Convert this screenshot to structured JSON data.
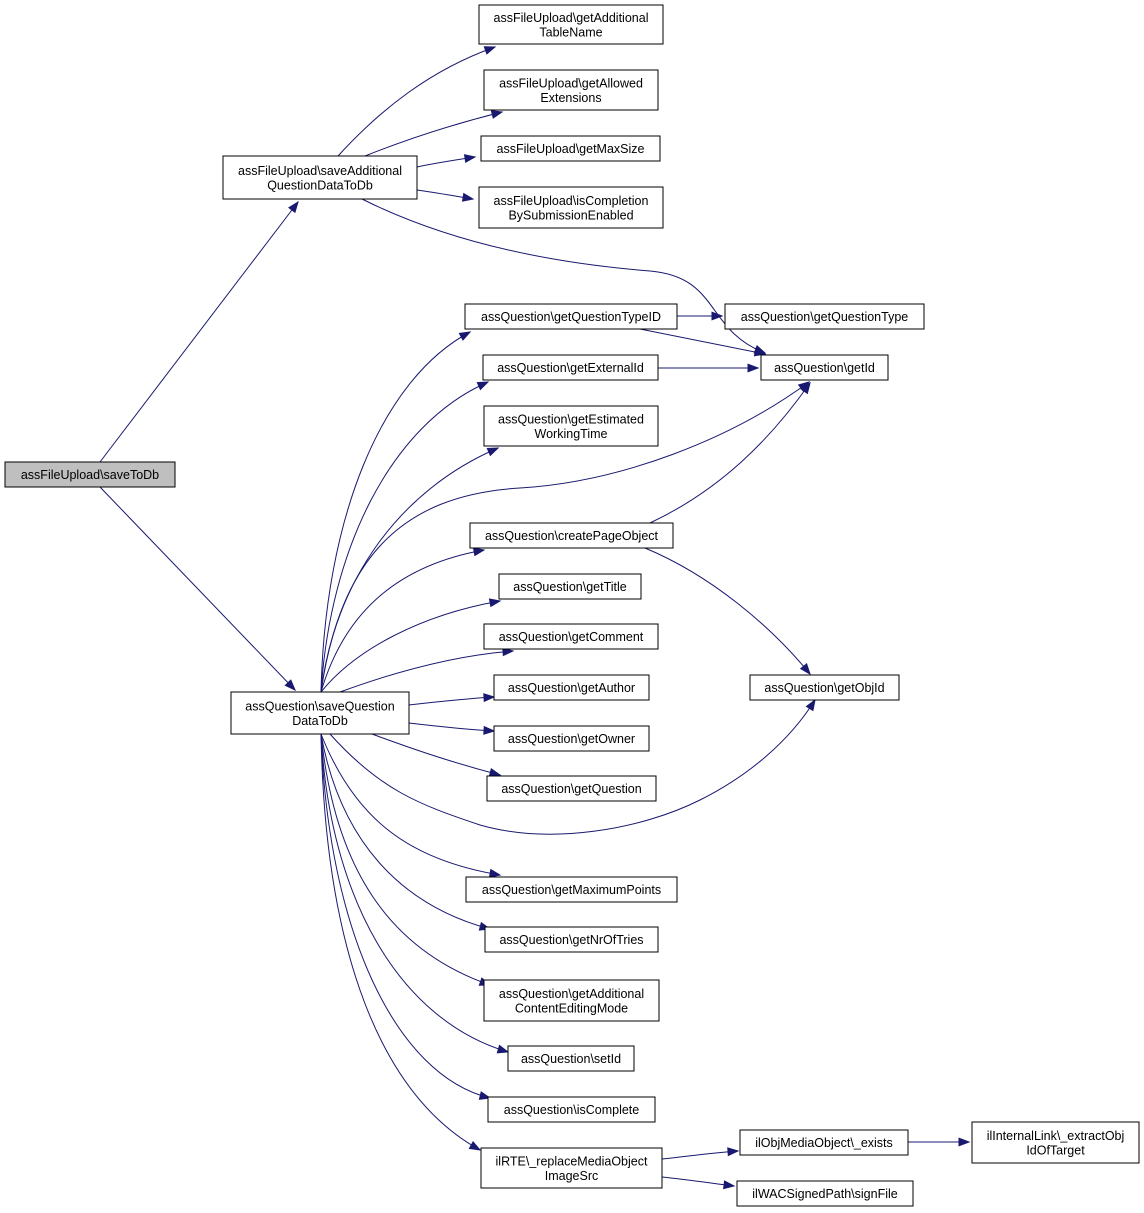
{
  "graph": {
    "nodes": [
      {
        "id": "saveToDb",
        "lines": [
          "assFileUpload\\saveToDb"
        ],
        "highlighted": true
      },
      {
        "id": "saveAdditional",
        "lines": [
          "assFileUpload\\saveAdditional",
          "QuestionDataToDb"
        ]
      },
      {
        "id": "getAdditionalTableName",
        "lines": [
          "assFileUpload\\getAdditional",
          "TableName"
        ]
      },
      {
        "id": "getAllowedExtensions",
        "lines": [
          "assFileUpload\\getAllowed",
          "Extensions"
        ]
      },
      {
        "id": "getMaxSize",
        "lines": [
          "assFileUpload\\getMaxSize"
        ]
      },
      {
        "id": "isCompletion",
        "lines": [
          "assFileUpload\\isCompletion",
          "BySubmissionEnabled"
        ]
      },
      {
        "id": "saveQuestionDataToDb",
        "lines": [
          "assQuestion\\saveQuestion",
          "DataToDb"
        ]
      },
      {
        "id": "getQuestionTypeID",
        "lines": [
          "assQuestion\\getQuestionTypeID"
        ]
      },
      {
        "id": "getQuestionType",
        "lines": [
          "assQuestion\\getQuestionType"
        ]
      },
      {
        "id": "getExternalId",
        "lines": [
          "assQuestion\\getExternalId"
        ]
      },
      {
        "id": "getId",
        "lines": [
          "assQuestion\\getId"
        ]
      },
      {
        "id": "getEstimatedWorkingTime",
        "lines": [
          "assQuestion\\getEstimated",
          "WorkingTime"
        ]
      },
      {
        "id": "createPageObject",
        "lines": [
          "assQuestion\\createPageObject"
        ]
      },
      {
        "id": "getTitle",
        "lines": [
          "assQuestion\\getTitle"
        ]
      },
      {
        "id": "getComment",
        "lines": [
          "assQuestion\\getComment"
        ]
      },
      {
        "id": "getObjId",
        "lines": [
          "assQuestion\\getObjId"
        ]
      },
      {
        "id": "getAuthor",
        "lines": [
          "assQuestion\\getAuthor"
        ]
      },
      {
        "id": "getOwner",
        "lines": [
          "assQuestion\\getOwner"
        ]
      },
      {
        "id": "getQuestion",
        "lines": [
          "assQuestion\\getQuestion"
        ]
      },
      {
        "id": "getMaximumPoints",
        "lines": [
          "assQuestion\\getMaximumPoints"
        ]
      },
      {
        "id": "getNrOfTries",
        "lines": [
          "assQuestion\\getNrOfTries"
        ]
      },
      {
        "id": "getAdditionalContentEditingMode",
        "lines": [
          "assQuestion\\getAdditional",
          "ContentEditingMode"
        ]
      },
      {
        "id": "setId",
        "lines": [
          "assQuestion\\setId"
        ]
      },
      {
        "id": "isComplete",
        "lines": [
          "assQuestion\\isComplete"
        ]
      },
      {
        "id": "replaceMediaObjectImageSrc",
        "lines": [
          "ilRTE\\_replaceMediaObject",
          "ImageSrc"
        ]
      },
      {
        "id": "exists",
        "lines": [
          "ilObjMediaObject\\_exists"
        ]
      },
      {
        "id": "signFile",
        "lines": [
          "ilWACSignedPath\\signFile"
        ]
      },
      {
        "id": "extractObjIdOfTarget",
        "lines": [
          "ilInternalLink\\_extractObj",
          "IdOfTarget"
        ]
      }
    ],
    "edges": [
      {
        "from": "saveToDb",
        "to": "saveAdditional"
      },
      {
        "from": "saveToDb",
        "to": "saveQuestionDataToDb"
      },
      {
        "from": "saveAdditional",
        "to": "getAdditionalTableName"
      },
      {
        "from": "saveAdditional",
        "to": "getAllowedExtensions"
      },
      {
        "from": "saveAdditional",
        "to": "getMaxSize"
      },
      {
        "from": "saveAdditional",
        "to": "isCompletion"
      },
      {
        "from": "saveAdditional",
        "to": "getId"
      },
      {
        "from": "saveQuestionDataToDb",
        "to": "getQuestionTypeID"
      },
      {
        "from": "saveQuestionDataToDb",
        "to": "getExternalId"
      },
      {
        "from": "saveQuestionDataToDb",
        "to": "getEstimatedWorkingTime"
      },
      {
        "from": "saveQuestionDataToDb",
        "to": "getId"
      },
      {
        "from": "saveQuestionDataToDb",
        "to": "createPageObject"
      },
      {
        "from": "saveQuestionDataToDb",
        "to": "getTitle"
      },
      {
        "from": "saveQuestionDataToDb",
        "to": "getComment"
      },
      {
        "from": "saveQuestionDataToDb",
        "to": "getAuthor"
      },
      {
        "from": "saveQuestionDataToDb",
        "to": "getOwner"
      },
      {
        "from": "saveQuestionDataToDb",
        "to": "getQuestion"
      },
      {
        "from": "saveQuestionDataToDb",
        "to": "getObjId"
      },
      {
        "from": "saveQuestionDataToDb",
        "to": "getMaximumPoints"
      },
      {
        "from": "saveQuestionDataToDb",
        "to": "getNrOfTries"
      },
      {
        "from": "saveQuestionDataToDb",
        "to": "getAdditionalContentEditingMode"
      },
      {
        "from": "saveQuestionDataToDb",
        "to": "setId"
      },
      {
        "from": "saveQuestionDataToDb",
        "to": "isComplete"
      },
      {
        "from": "saveQuestionDataToDb",
        "to": "replaceMediaObjectImageSrc"
      },
      {
        "from": "getQuestionTypeID",
        "to": "getQuestionType"
      },
      {
        "from": "getQuestionTypeID",
        "to": "getId"
      },
      {
        "from": "getExternalId",
        "to": "getId"
      },
      {
        "from": "createPageObject",
        "to": "getId"
      },
      {
        "from": "createPageObject",
        "to": "getObjId"
      },
      {
        "from": "replaceMediaObjectImageSrc",
        "to": "exists"
      },
      {
        "from": "replaceMediaObjectImageSrc",
        "to": "signFile"
      },
      {
        "from": "exists",
        "to": "extractObjIdOfTarget"
      }
    ]
  }
}
